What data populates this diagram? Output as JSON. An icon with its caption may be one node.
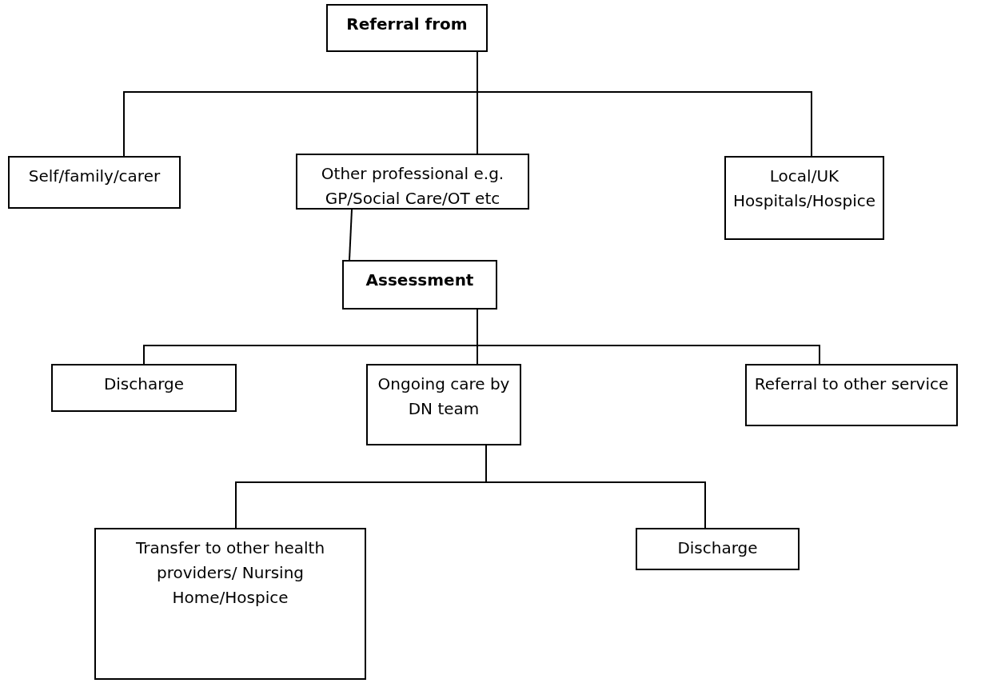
{
  "diagram": {
    "nodes": [
      {
        "text": [
          "Referral from"
        ]
      },
      {
        "text": [
          "Self/family/carer"
        ]
      },
      {
        "text": [
          "Other professional e.g. GP/Social Care/OT etc"
        ]
      },
      {
        "text": [
          "Local/UK Hospitals/Hospice"
        ]
      },
      {
        "text": [
          "Assessment"
        ]
      },
      {
        "text": [
          "Discharge"
        ]
      },
      {
        "text": [
          "Ongoing care by DN team"
        ]
      },
      {
        "text": [
          "Referral to other service"
        ]
      },
      {
        "text": [
          "Transfer to other health providers/ Nursing Home/Hospice"
        ]
      },
      {
        "text": [
          "Discharge"
        ]
      }
    ],
    "edges": [
      {
        "from": 0,
        "to": 1,
        "arrow": "none"
      },
      {
        "from": 0,
        "to": 2,
        "arrow": "none"
      },
      {
        "from": 0,
        "to": 3,
        "arrow": "none"
      },
      {
        "from": 2,
        "to": 4,
        "arrow": "none"
      },
      {
        "from": 4,
        "to": 5,
        "arrow": "none"
      },
      {
        "from": 4,
        "to": 6,
        "arrow": "none"
      },
      {
        "from": 4,
        "to": 7,
        "arrow": "none"
      },
      {
        "from": 6,
        "to": 8,
        "arrow": "none"
      },
      {
        "from": 6,
        "to": 9,
        "arrow": "none"
      }
    ]
  }
}
